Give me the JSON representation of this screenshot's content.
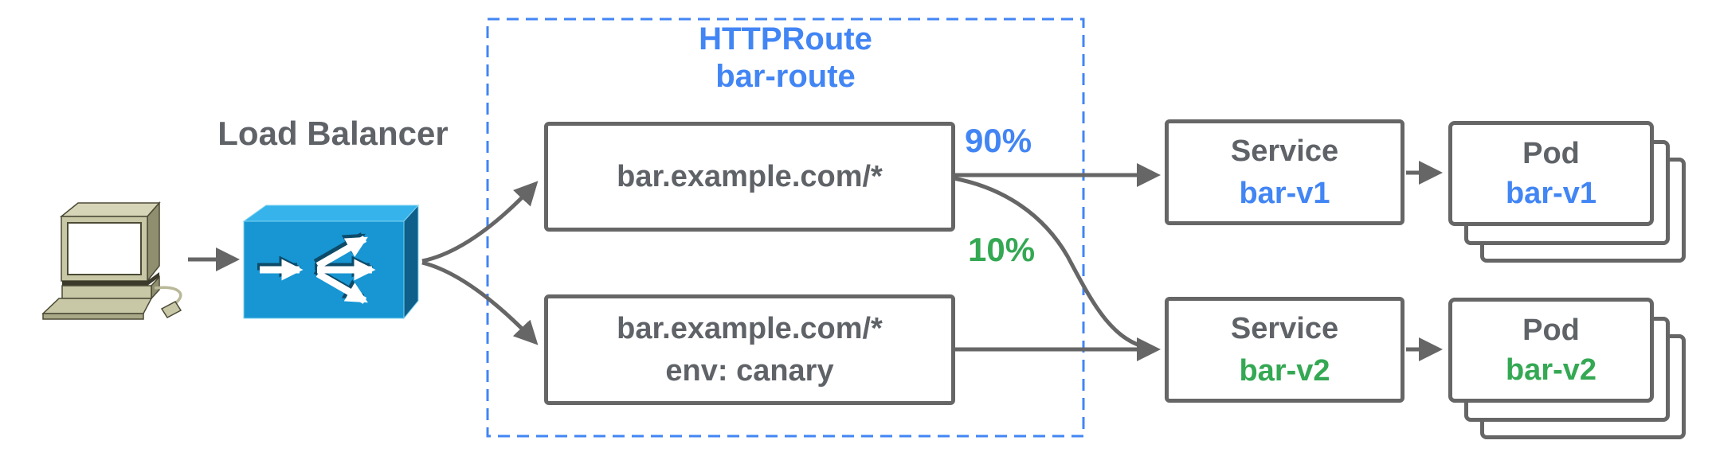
{
  "client": {
    "icon": "desktop-computer-icon"
  },
  "load_balancer": {
    "label": "Load Balancer",
    "icon": "load-balancer-icon"
  },
  "httproute": {
    "kind": "HTTPRoute",
    "name": "bar-route",
    "rules": [
      {
        "match": "bar.example.com/*",
        "weight": "90%"
      },
      {
        "match": "bar.example.com/*",
        "header": "env: canary",
        "weight": "10%"
      }
    ]
  },
  "services": [
    {
      "kind": "Service",
      "name": "bar-v1"
    },
    {
      "kind": "Service",
      "name": "bar-v2"
    }
  ],
  "pods": [
    {
      "kind": "Pod",
      "name": "bar-v1"
    },
    {
      "kind": "Pod",
      "name": "bar-v2"
    }
  ],
  "colors": {
    "blue_accent": "#4285F4",
    "green_accent": "#34A853",
    "gray_text": "#5F6368",
    "border_gray": "#666666",
    "lb_front": "#1796D3",
    "lb_top": "#36B3EA",
    "lb_side": "#0E5F8A"
  }
}
